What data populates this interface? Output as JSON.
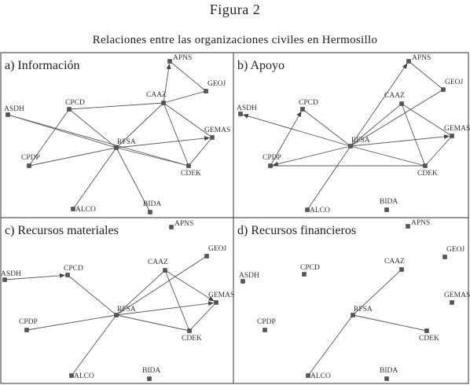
{
  "figure": {
    "number": "Figura 2",
    "caption": "Relaciones entre las organizaciones civiles en Hermosillo"
  },
  "panels": [
    {
      "id": "informacion",
      "title": "a) Información",
      "nodes": [
        "APNS",
        "GEOJ",
        "ASDH",
        "CPCD",
        "CAAZ",
        "GEMAS",
        "RFSA",
        "CPDP",
        "CDEK",
        "ALCO",
        "BIDA"
      ],
      "edges": [
        {
          "from": "CAAZ",
          "to": "APNS",
          "arrow": true
        },
        {
          "from": "APNS",
          "to": "GEOJ",
          "arrow": false
        },
        {
          "from": "GEOJ",
          "to": "CAAZ",
          "arrow": false
        },
        {
          "from": "CPCD",
          "to": "CAAZ",
          "arrow": false
        },
        {
          "from": "CDEK",
          "to": "ASDH",
          "arrow": false
        },
        {
          "from": "RFSA",
          "to": "ASDH",
          "arrow": false
        },
        {
          "from": "CPDP",
          "to": "CPCD",
          "arrow": false
        },
        {
          "from": "CPCD",
          "to": "RFSA",
          "arrow": false
        },
        {
          "from": "CPDP",
          "to": "RFSA",
          "arrow": false
        },
        {
          "from": "RFSA",
          "to": "CAAZ",
          "arrow": false
        },
        {
          "from": "RFSA",
          "to": "GEMAS",
          "arrow": true
        },
        {
          "from": "CAAZ",
          "to": "GEMAS",
          "arrow": false
        },
        {
          "from": "CAAZ",
          "to": "CDEK",
          "arrow": false
        },
        {
          "from": "GEMAS",
          "to": "CDEK",
          "arrow": false
        },
        {
          "from": "RFSA",
          "to": "CDEK",
          "arrow": false
        },
        {
          "from": "ALCO",
          "to": "RFSA",
          "arrow": false
        },
        {
          "from": "BIDA",
          "to": "RFSA",
          "arrow": false
        }
      ]
    },
    {
      "id": "apoyo",
      "title": "b) Apoyo",
      "nodes": [
        "APNS",
        "GEOJ",
        "ASDH",
        "CPCD",
        "CAAZ",
        "GEMAS",
        "RFSA",
        "CPDP",
        "CDEK",
        "ALCO",
        "BIDA"
      ],
      "edges": [
        {
          "from": "RFSA",
          "to": "APNS",
          "arrow": true
        },
        {
          "from": "APNS",
          "to": "GEOJ",
          "arrow": false
        },
        {
          "from": "GEOJ",
          "to": "RFSA",
          "arrow": false
        },
        {
          "from": "RFSA",
          "to": "ASDH",
          "arrow": true
        },
        {
          "from": "CPDP",
          "to": "CPCD",
          "arrow": true
        },
        {
          "from": "CPCD",
          "to": "RFSA",
          "arrow": false
        },
        {
          "from": "RFSA",
          "to": "CPDP",
          "arrow": true
        },
        {
          "from": "RFSA",
          "to": "CAAZ",
          "arrow": false
        },
        {
          "from": "RFSA",
          "to": "GEMAS",
          "arrow": true
        },
        {
          "from": "CAAZ",
          "to": "GEMAS",
          "arrow": false
        },
        {
          "from": "CAAZ",
          "to": "CDEK",
          "arrow": false
        },
        {
          "from": "GEMAS",
          "to": "CDEK",
          "arrow": false
        },
        {
          "from": "RFSA",
          "to": "CDEK",
          "arrow": false
        },
        {
          "from": "CDEK",
          "to": "CPDP",
          "arrow": false
        },
        {
          "from": "ALCO",
          "to": "RFSA",
          "arrow": false
        }
      ]
    },
    {
      "id": "recursos-materiales",
      "title": "c) Recursos materiales",
      "nodes": [
        "APNS",
        "GEOJ",
        "ASDH",
        "CPCD",
        "CAAZ",
        "GEMAS",
        "RFSA",
        "CPDP",
        "CDEK",
        "ALCO",
        "BIDA"
      ],
      "edges": [
        {
          "from": "ASDH",
          "to": "CPCD",
          "arrow": true
        },
        {
          "from": "CPCD",
          "to": "RFSA",
          "arrow": false
        },
        {
          "from": "CPDP",
          "to": "RFSA",
          "arrow": false
        },
        {
          "from": "RFSA",
          "to": "GEOJ",
          "arrow": false
        },
        {
          "from": "RFSA",
          "to": "CAAZ",
          "arrow": false
        },
        {
          "from": "RFSA",
          "to": "GEMAS",
          "arrow": true
        },
        {
          "from": "CAAZ",
          "to": "GEMAS",
          "arrow": true
        },
        {
          "from": "CAAZ",
          "to": "CDEK",
          "arrow": false
        },
        {
          "from": "GEMAS",
          "to": "CDEK",
          "arrow": false
        },
        {
          "from": "RFSA",
          "to": "CDEK",
          "arrow": false
        },
        {
          "from": "ALCO",
          "to": "RFSA",
          "arrow": false
        }
      ]
    },
    {
      "id": "recursos-financieros",
      "title": "d) Recursos financieros",
      "nodes": [
        "APNS",
        "GEOJ",
        "ASDH",
        "CPCD",
        "CAAZ",
        "GEMAS",
        "RFSA",
        "CPDP",
        "CDEK",
        "ALCO",
        "BIDA"
      ],
      "edges": [
        {
          "from": "RFSA",
          "to": "CAAZ",
          "arrow": false
        },
        {
          "from": "RFSA",
          "to": "CDEK",
          "arrow": false
        },
        {
          "from": "ALCO",
          "to": "RFSA",
          "arrow": false
        }
      ]
    }
  ]
}
